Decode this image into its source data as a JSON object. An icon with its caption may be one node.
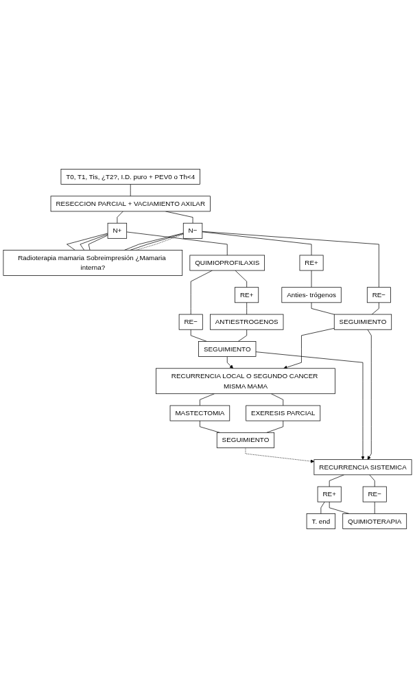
{
  "diagram": {
    "nodes": [
      {
        "text": [
          "T0, T1, Tis, ¿T2?, I.D. puro + PEV0 o Th<4"
        ]
      },
      {
        "text": [
          "RESECCION PARCIAL + VACIAMIENTO AXILAR"
        ]
      },
      {
        "text": [
          "N+"
        ]
      },
      {
        "text": [
          "N−"
        ]
      },
      {
        "text": [
          "Radioterapia mamaria Sobreimpresión ¿Mamaria interna?"
        ]
      },
      {
        "text": [
          "QUIMIOPROFILAXIS"
        ]
      },
      {
        "text": [
          "RE+"
        ]
      },
      {
        "text": [
          "RE−"
        ]
      },
      {
        "text": [
          "RE−"
        ]
      },
      {
        "text": [
          "RE+"
        ]
      },
      {
        "text": [
          "ANTIESTROGENOS"
        ]
      },
      {
        "text": [
          "Anties- trógenos"
        ]
      },
      {
        "text": [
          "RECURRENCIA LOCAL O SEGUNDO CANCER MISMA MAMA"
        ]
      },
      {
        "text": [
          "MASTECTOMIA"
        ]
      },
      {
        "text": [
          "EXERESIS PARCIAL"
        ]
      },
      {
        "text": [
          "SEGUIMIENTO"
        ]
      },
      {
        "text": [
          "SEGUIMIENTO"
        ]
      },
      {
        "text": [
          "SEGUIMIENTO"
        ]
      },
      {
        "text": [
          "RECURRENCIA SISTEMICA"
        ]
      },
      {
        "text": [
          "RE+"
        ]
      },
      {
        "text": [
          "RE−"
        ]
      },
      {
        "text": [
          "T. end"
        ]
      },
      {
        "text": [
          "QUIMIOTERAPIA"
        ]
      }
    ],
    "edges": [
      {
        "from": 0,
        "to": 1,
        "arrow": "none"
      },
      {
        "from": 1,
        "to": 2,
        "arrow": "none"
      },
      {
        "from": 1,
        "to": 3,
        "arrow": "none"
      },
      {
        "from": 2,
        "to": 4,
        "arrow": "none"
      },
      {
        "from": 2,
        "to": 4,
        "arrow": "none"
      },
      {
        "from": 2,
        "to": 4,
        "arrow": "none"
      },
      {
        "from": 3,
        "to": 4,
        "arrow": "none"
      },
      {
        "from": 3,
        "to": 4,
        "arrow": "none"
      },
      {
        "from": 3,
        "to": 4,
        "arrow": "none",
        "style": "dashed"
      },
      {
        "from": 2,
        "to": 5,
        "arrow": "none"
      },
      {
        "from": 3,
        "to": 6,
        "arrow": "none"
      },
      {
        "from": 3,
        "to": 7,
        "arrow": "none"
      },
      {
        "from": 5,
        "to": 8,
        "arrow": "none"
      },
      {
        "from": 5,
        "to": 9,
        "arrow": "none"
      },
      {
        "from": 9,
        "to": 10,
        "arrow": "none"
      },
      {
        "from": 6,
        "to": 11,
        "arrow": "none"
      },
      {
        "from": 8,
        "to": 16,
        "arrow": "none"
      },
      {
        "from": 10,
        "to": 16,
        "arrow": "none"
      },
      {
        "from": 11,
        "to": 17,
        "arrow": "none"
      },
      {
        "from": 7,
        "to": 17,
        "arrow": "none"
      },
      {
        "from": 16,
        "to": 12,
        "arrow": "to"
      },
      {
        "from": 17,
        "to": 12,
        "arrow": "to"
      },
      {
        "from": 12,
        "to": 13,
        "arrow": "none"
      },
      {
        "from": 12,
        "to": 14,
        "arrow": "none"
      },
      {
        "from": 13,
        "to": 15,
        "arrow": "none"
      },
      {
        "from": 14,
        "to": 15,
        "arrow": "none"
      },
      {
        "from": 15,
        "to": 18,
        "arrow": "to",
        "style": "dashed"
      },
      {
        "from": 16,
        "to": 18,
        "arrow": "to"
      },
      {
        "from": 17,
        "to": 18,
        "arrow": "to"
      },
      {
        "from": 18,
        "to": 19,
        "arrow": "none"
      },
      {
        "from": 18,
        "to": 20,
        "arrow": "none"
      },
      {
        "from": 19,
        "to": 21,
        "arrow": "none"
      },
      {
        "from": 19,
        "to": 22,
        "arrow": "none"
      },
      {
        "from": 20,
        "to": 22,
        "arrow": "none"
      }
    ]
  }
}
